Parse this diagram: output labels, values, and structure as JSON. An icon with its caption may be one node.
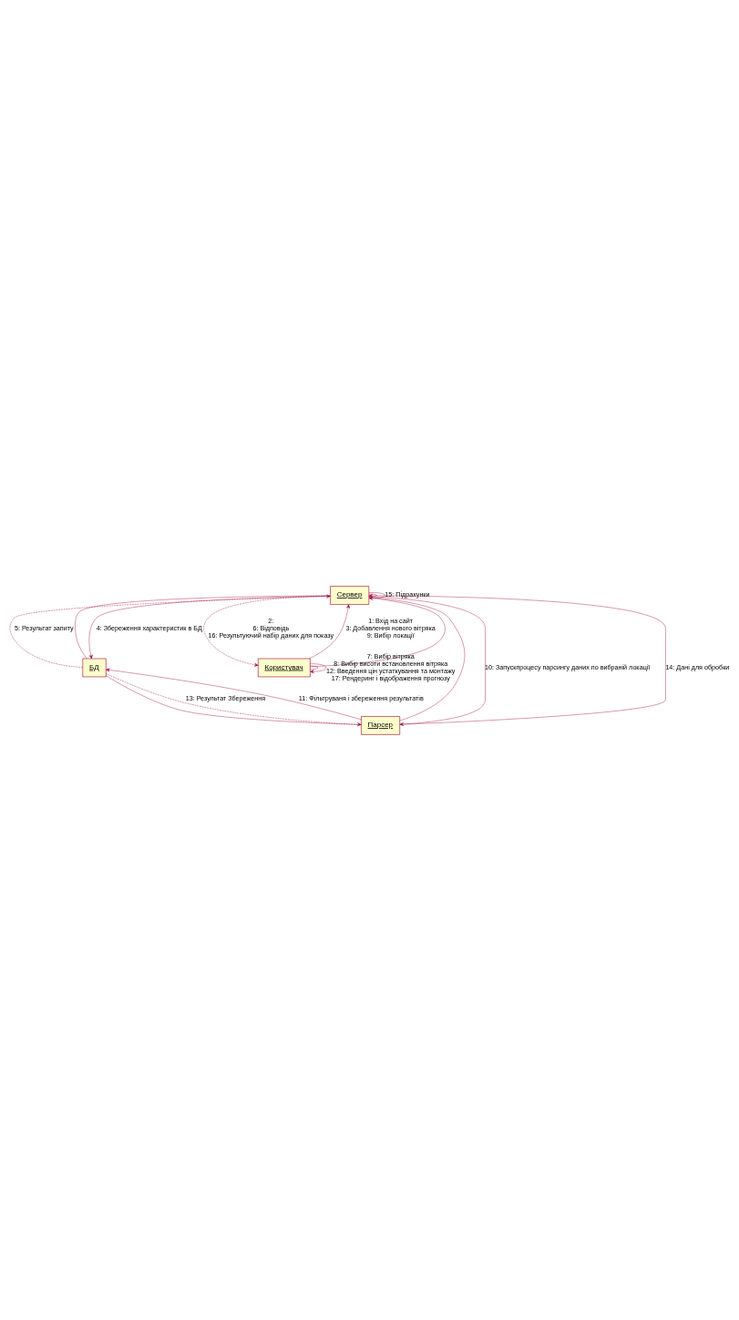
{
  "diagram": {
    "nodes": [
      {
        "text": [
          "Сервер"
        ]
      },
      {
        "text": [
          "БД"
        ]
      },
      {
        "text": [
          "Користувач"
        ]
      },
      {
        "text": [
          "Парсер"
        ]
      }
    ],
    "edges": [
      {
        "from": 0,
        "to": 1,
        "arrow": "none"
      },
      {
        "from": 0,
        "to": 2,
        "arrow": "none"
      },
      {
        "from": 0,
        "to": 3,
        "arrow": "none"
      },
      {
        "from": 1,
        "to": 3,
        "arrow": "none"
      },
      {
        "from": 0,
        "to": 0,
        "arrow": "none"
      },
      {
        "from": 2,
        "to": 2,
        "arrow": "none"
      },
      {
        "from": 2,
        "to": 0,
        "arrow": "to",
        "label": "1: Вхід на сайт 3: Добавлення нового вітряка 9: Вибір локації"
      },
      {
        "from": 0,
        "to": 2,
        "arrow": "to",
        "style": "dashed",
        "label": "2: 6: Відповідь 16: Результуючий набір даних для показу"
      },
      {
        "from": 0,
        "to": 1,
        "arrow": "to",
        "label": "4: Збереження характеристик в БД"
      },
      {
        "from": 1,
        "to": 0,
        "arrow": "to",
        "style": "dashed",
        "label": "5: Результат запиту"
      },
      {
        "from": 3,
        "to": 1,
        "arrow": "to",
        "label": "11: Фільтруваня і збереження результатів"
      },
      {
        "from": 1,
        "to": 3,
        "arrow": "to",
        "style": "dashed",
        "label": "13: Результат Збереження"
      },
      {
        "from": 3,
        "to": 0,
        "arrow": "to",
        "label": "14: Дані для обробки"
      },
      {
        "from": 0,
        "to": 3,
        "arrow": "to",
        "label": "10: Запускпроцесу парсингу даних по вибраній локації"
      },
      {
        "from": 0,
        "to": 0,
        "arrow": "to",
        "label": "15: Підрахунки"
      },
      {
        "from": 2,
        "to": 2,
        "arrow": "to",
        "label": "7: Вибір вітряка 8: Вибір висоти встановлення вітряка 12: Введення цін устаткування та монтажу 17: Рендеринг і відображення прогнозу"
      }
    ]
  }
}
